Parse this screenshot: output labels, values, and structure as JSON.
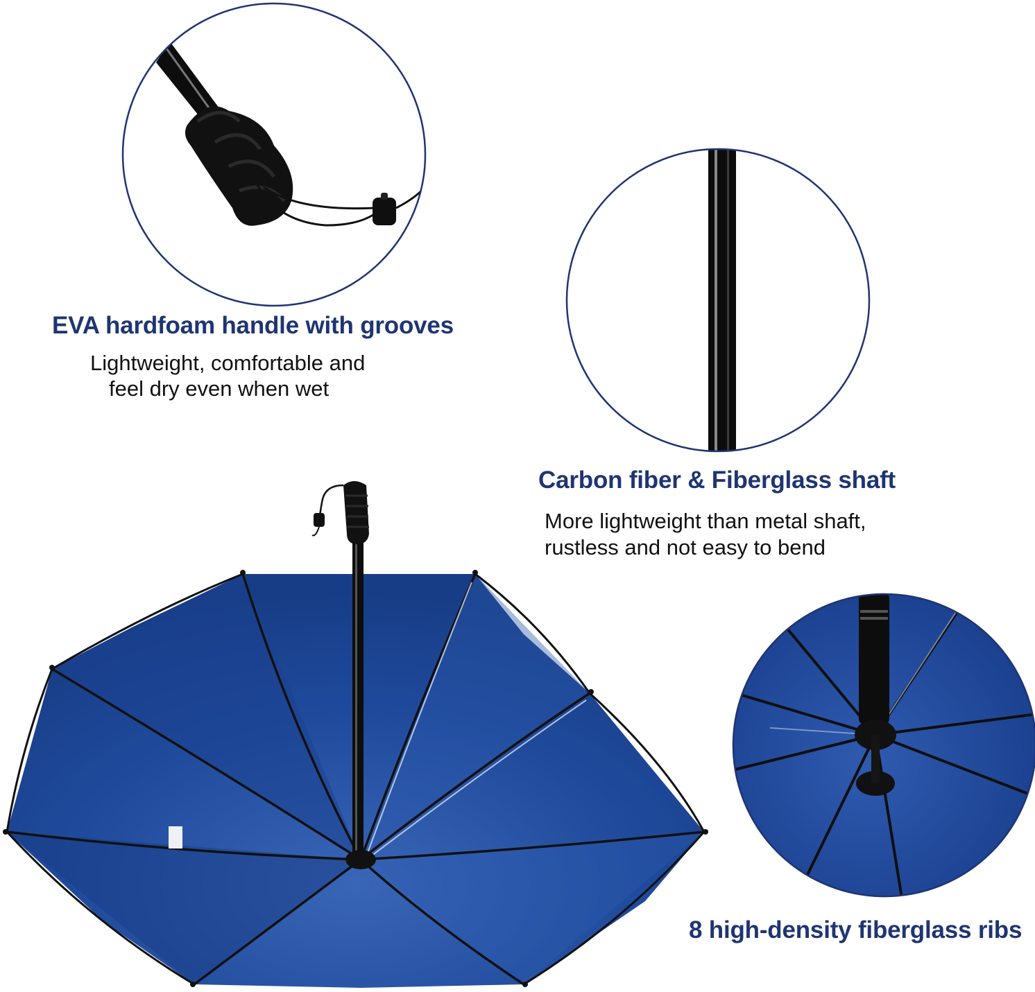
{
  "colors": {
    "heading": "#1f3572",
    "circle_border": "#1f3572",
    "canopy": "#1d4597",
    "canopy_light": "#3b6bbf",
    "frame": "#111111"
  },
  "features": {
    "handle": {
      "title": "EVA hardfoam handle with grooves",
      "line1": "Lightweight, comfortable and",
      "line2": "feel dry even when wet"
    },
    "shaft": {
      "title": "Carbon fiber & Fiberglass shaft",
      "line1": "More lightweight than metal shaft,",
      "line2": "rustless and not easy to bend"
    },
    "ribs": {
      "title": "8 high-density fiberglass ribs"
    }
  }
}
